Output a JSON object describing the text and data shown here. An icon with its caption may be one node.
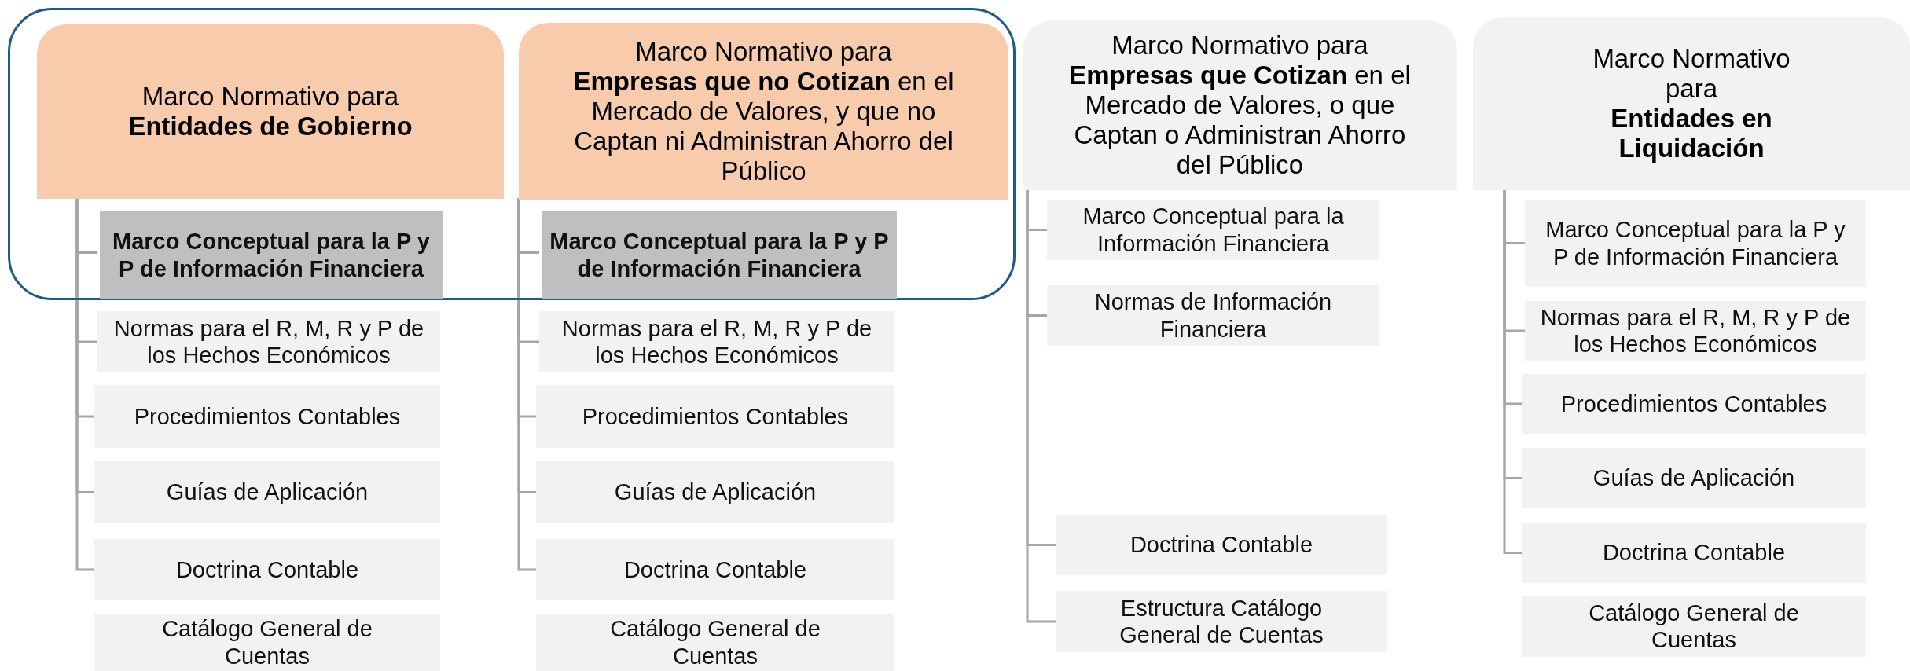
{
  "diagram": {
    "nodes": [
      {
        "text": [],
        "shape": "box"
      },
      {
        "text": [
          "Marco Normativo para",
          "Entidades de Gobierno"
        ],
        "in": 0
      },
      {
        "text": [
          "Marco Conceptual para la P y P de Información Financiera"
        ],
        "in": 0
      },
      {
        "text": [
          "Normas para el R, M, R y P de los Hechos Económicos"
        ]
      },
      {
        "text": [
          "Procedimientos Contables"
        ]
      },
      {
        "text": [
          "Guías de Aplicación"
        ]
      },
      {
        "text": [
          "Doctrina Contable"
        ]
      },
      {
        "text": [
          "Catálogo General de Cuentas"
        ]
      },
      {
        "text": [
          "Marco Normativo para",
          "**Empresas que no Cotizan** en el Mercado de Valores, y que no Captan ni Administran Ahorro del Público"
        ],
        "in": 0
      },
      {
        "text": [
          "Marco Conceptual para la P y P de Información Financiera"
        ],
        "in": 0
      },
      {
        "text": [
          "Normas para el R, M, R y P de los Hechos Económicos"
        ]
      },
      {
        "text": [
          "Procedimientos Contables"
        ]
      },
      {
        "text": [
          "Guías de Aplicación"
        ]
      },
      {
        "text": [
          "Doctrina Contable"
        ]
      },
      {
        "text": [
          "Catálogo General de Cuentas"
        ]
      },
      {
        "text": [
          "Marco Normativo para",
          "**Empresas que Cotizan** en el Mercado de Valores, o que Captan o Administran Ahorro del Público"
        ]
      },
      {
        "text": [
          "Marco Conceptual para la Información Financiera"
        ]
      },
      {
        "text": [
          "Normas de Información Financiera"
        ]
      },
      {
        "text": [
          "Doctrina Contable"
        ]
      },
      {
        "text": [
          "Estructura Catálogo General de Cuentas"
        ]
      },
      {
        "text": [
          "Marco Normativo para",
          "Entidades en Liquidación"
        ]
      },
      {
        "text": [
          "Marco Conceptual para la P y P de Información Financiera"
        ]
      },
      {
        "text": [
          "Normas para el R, M, R y P de los Hechos Económicos"
        ]
      },
      {
        "text": [
          "Procedimientos Contables"
        ]
      },
      {
        "text": [
          "Guías de Aplicación"
        ]
      },
      {
        "text": [
          "Doctrina Contable"
        ]
      },
      {
        "text": [
          "Catálogo General de Cuentas"
        ]
      }
    ],
    "edges": [
      {
        "from": 1,
        "to": 2,
        "arrow": "none"
      },
      {
        "from": 1,
        "to": 3,
        "arrow": "none"
      },
      {
        "from": 1,
        "to": 4,
        "arrow": "none"
      },
      {
        "from": 1,
        "to": 5,
        "arrow": "none"
      },
      {
        "from": 1,
        "to": 6,
        "arrow": "none"
      },
      {
        "from": 8,
        "to": 9,
        "arrow": "none"
      },
      {
        "from": 8,
        "to": 10,
        "arrow": "none"
      },
      {
        "from": 8,
        "to": 11,
        "arrow": "none"
      },
      {
        "from": 8,
        "to": 12,
        "arrow": "none"
      },
      {
        "from": 8,
        "to": 13,
        "arrow": "none"
      },
      {
        "from": 15,
        "to": 16,
        "arrow": "none"
      },
      {
        "from": 15,
        "to": 17,
        "arrow": "none"
      },
      {
        "from": 15,
        "to": 18,
        "arrow": "none"
      },
      {
        "from": 15,
        "to": 19,
        "arrow": "none"
      },
      {
        "from": 20,
        "to": 21,
        "arrow": "none"
      },
      {
        "from": 20,
        "to": 22,
        "arrow": "none"
      },
      {
        "from": 20,
        "to": 23,
        "arrow": "none"
      },
      {
        "from": 20,
        "to": 24,
        "arrow": "none"
      },
      {
        "from": 20,
        "to": 25,
        "arrow": "none"
      }
    ]
  }
}
